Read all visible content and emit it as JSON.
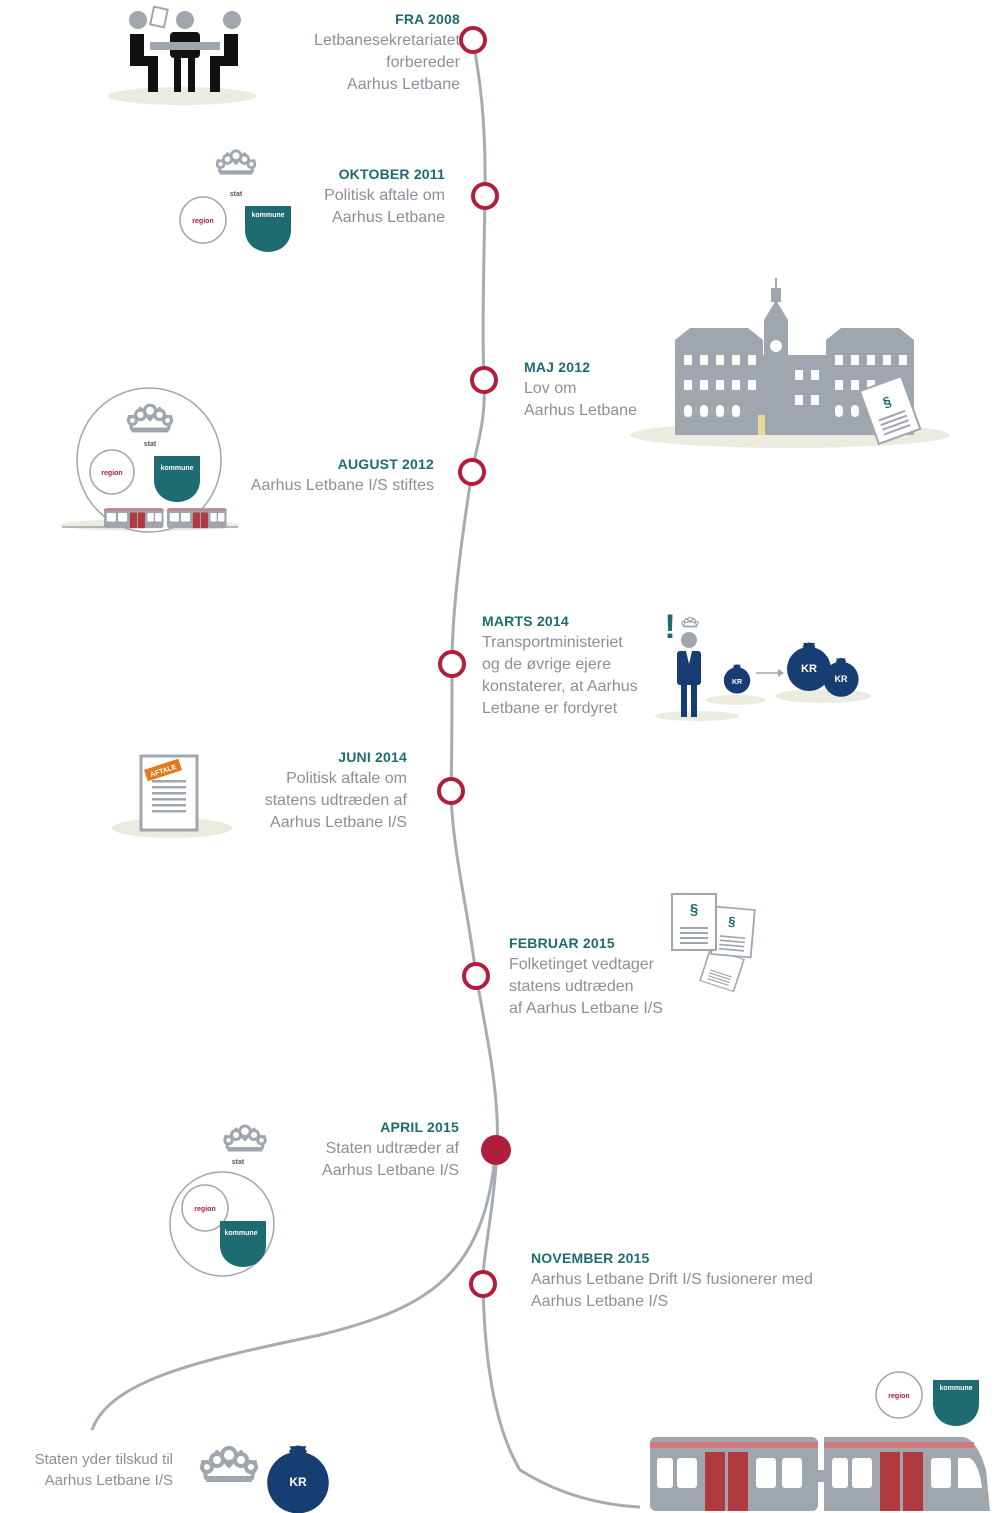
{
  "colors": {
    "accent_red": "#b01e3c",
    "teal": "#1e6b72",
    "navy": "#173e72",
    "gray": "#a0a6ae",
    "text_gray": "#8a9099",
    "ground": "#ecebe0"
  },
  "labels": {
    "stat": "stat",
    "region": "region",
    "kommune": "kommune",
    "kr": "KR",
    "aftale": "AFTALE",
    "paragraph": "§",
    "exclamation": "!"
  },
  "events": [
    {
      "date": "FRA 2008",
      "text": "Letbanesekretariatet\nforbereder\nAarhus Letbane",
      "icon": "meeting-icon"
    },
    {
      "date": "OKTOBER 2011",
      "text": "Politisk aftale om\nAarhus Letbane",
      "icon": "owners-icon"
    },
    {
      "date": "MAJ 2012",
      "text": "Lov om\nAarhus Letbane",
      "icon": "parliament-building-icon"
    },
    {
      "date": "AUGUST 2012",
      "text": "Aarhus Letbane I/S stiftes",
      "icon": "company-founded-icon"
    },
    {
      "date": "MARTS 2014",
      "text": "Transportministeriet\nog de øvrige ejere\nkonstaterer, at Aarhus\nLetbane er fordyret",
      "icon": "cost-increase-icon"
    },
    {
      "date": "JUNI 2014",
      "text": "Politisk aftale om\nstatens udtræden af\nAarhus Letbane I/S",
      "icon": "agreement-document-icon"
    },
    {
      "date": "FEBRUAR 2015",
      "text": "Folketinget vedtager\nstatens udtræden\naf Aarhus Letbane I/S",
      "icon": "law-documents-icon"
    },
    {
      "date": "APRIL 2015",
      "text": "Staten udtræder af\nAarhus Letbane I/S",
      "icon": "state-exit-icon"
    },
    {
      "date": "NOVEMBER 2015",
      "text": "Aarhus Letbane Drift I/S fusionerer med\nAarhus Letbane I/S",
      "icon": "merger-train-icon"
    }
  ],
  "footer": {
    "text": "Staten yder tilskud til\nAarhus Letbane I/S",
    "icon": "state-subsidy-icon"
  }
}
